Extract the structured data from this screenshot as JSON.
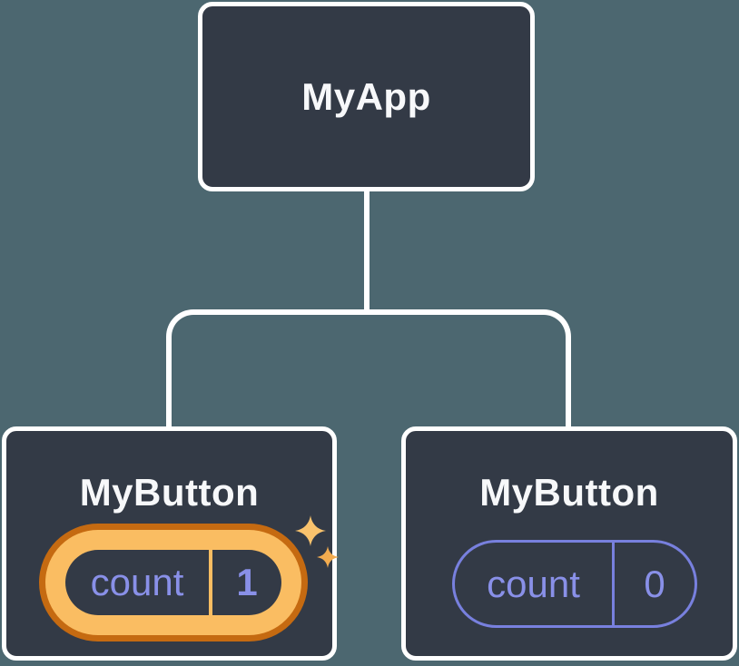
{
  "tree": {
    "root": {
      "label": "MyApp"
    },
    "children": [
      {
        "label": "MyButton",
        "state": {
          "name": "count",
          "value": "1"
        },
        "highlighted": true
      },
      {
        "label": "MyButton",
        "state": {
          "name": "count",
          "value": "0"
        },
        "highlighted": false
      }
    ]
  },
  "icons": {
    "sparkle": "four-point-star"
  },
  "colors": {
    "background": "#4C6770",
    "card": "#333A46",
    "connector": "#FFFFFF",
    "title_text": "#F7F8FA",
    "state_text": "#8990E8",
    "pill_border_default": "#7880DE",
    "highlight_outer": "#C56A11",
    "highlight_inner": "#FABD62",
    "highlight_divider": "#FABD62",
    "sparkle_large": "#FAC36D",
    "sparkle_small": "#F3AC4F"
  }
}
